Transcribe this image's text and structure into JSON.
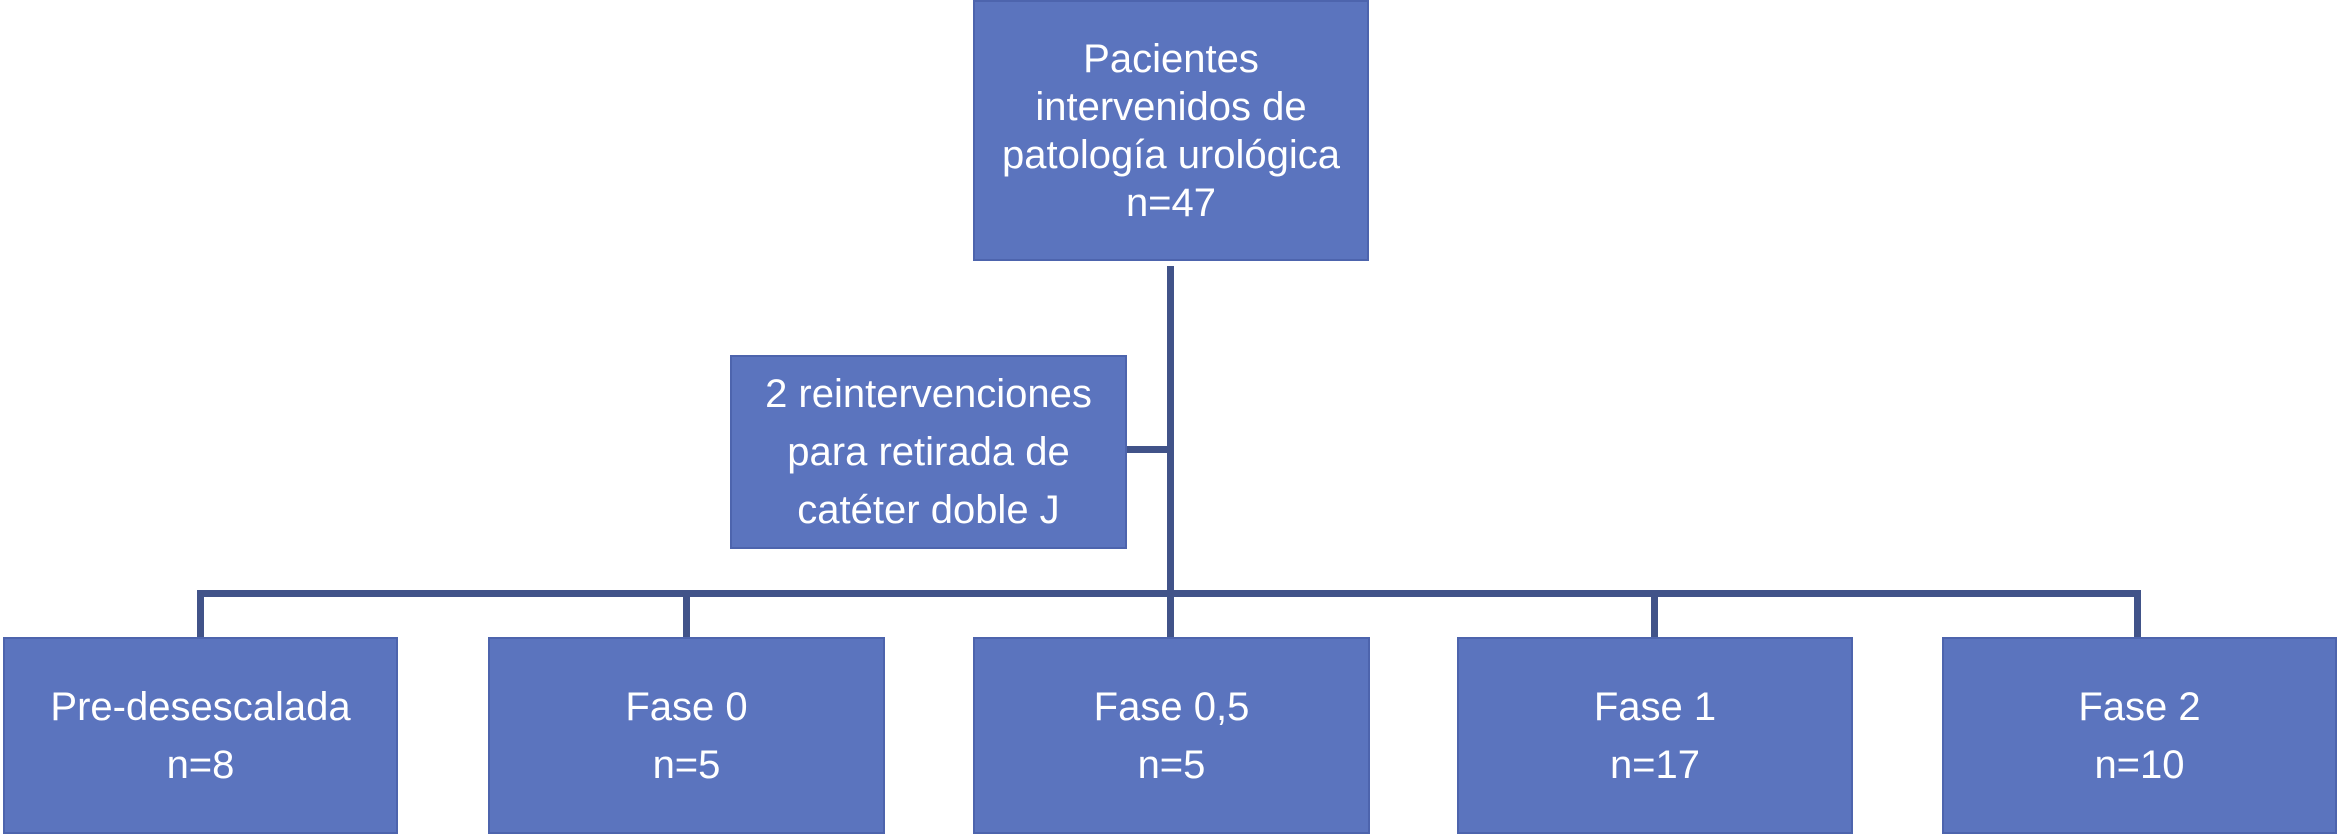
{
  "diagram": {
    "description": "Flujo de pacientes del estudio",
    "colors": {
      "box_fill": "#5b74be",
      "box_border": "#4d64ad",
      "connector": "#415389",
      "text": "#ffffff",
      "background": "#ffffff"
    },
    "root": {
      "lines": {
        "l1": "Pacientes",
        "l2": "intervenidos de",
        "l3": "patología urológica",
        "l4": "n=47"
      }
    },
    "side_note": {
      "lines": {
        "l1": "2 reintervenciones",
        "l2": "para retirada de",
        "l3": "catéter doble J"
      }
    },
    "leaves": [
      {
        "label": "Pre-desescalada",
        "count": "n=8"
      },
      {
        "label": "Fase 0",
        "count": "n=5"
      },
      {
        "label": "Fase 0,5",
        "count": "n=5"
      },
      {
        "label": "Fase 1",
        "count": "n=17"
      },
      {
        "label": "Fase 2",
        "count": "n=10"
      }
    ]
  }
}
